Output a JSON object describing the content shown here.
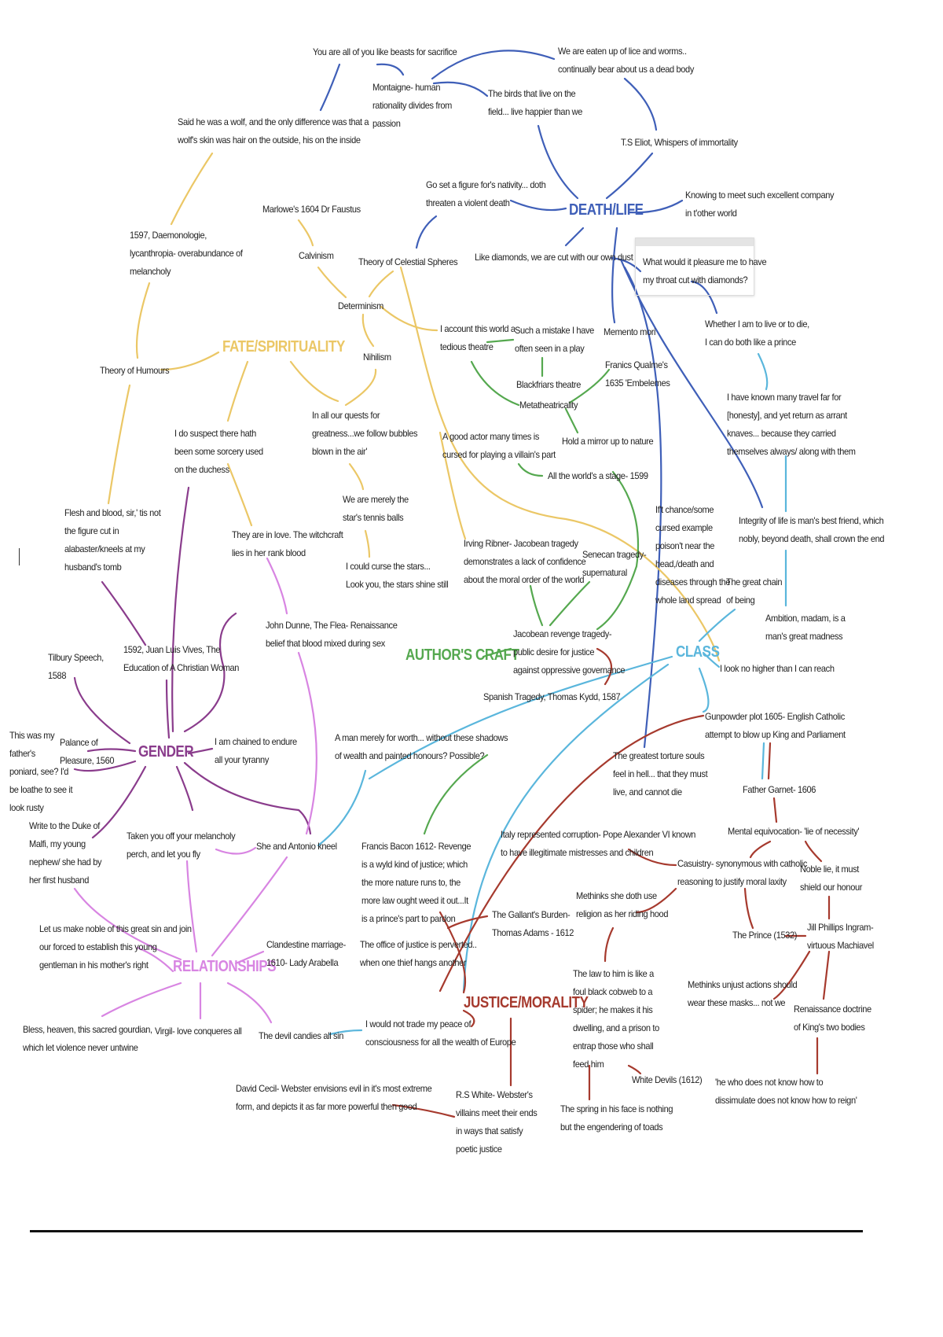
{
  "topics": {
    "death_life": "DEATH/LIFE",
    "fate": "FATE/SPIRITUALITY",
    "authors_craft": "AUTHOR'S CRAFT",
    "class": "CLASS",
    "gender": "GENDER",
    "relationships": "RELATIONSHIPS",
    "justice": "JUSTICE/MORALITY"
  },
  "colors": {
    "death_life": "#3f5fb8",
    "fate": "#ebc766",
    "gender": "#8a3c8c",
    "relationships": "#d885e2",
    "authors_craft": "#55a84f",
    "class": "#5ab6dc",
    "justice": "#a63a2e"
  },
  "nodes": [
    "You are all of you like beasts for sacrifice",
    "Montaigne- human\nrationality divides from\npassion",
    "We are eaten up of lice and worms..\ncontinually bear about us a dead body",
    "The birds that live on the\nfield... live happier than we",
    "Said he was a wolf, and the only difference was that a\nwolf's skin was hair on the outside, his on the inside",
    "T.S Eliot, Whispers of immortality",
    "Go set a figure for's nativity... doth\nthreaten a violent death",
    "Knowing to meet such excellent company\nin t'other world",
    "Marlowe's 1604 Dr Faustus",
    "1597, Daemonologie,\nlycanthropia- overabundance of\nmelancholy",
    "Calvinism",
    "Theory of Celestial Spheres",
    "Like diamonds, we are cut with our own dust",
    "What would it pleasure me to have\nmy throat cut with diamonds?",
    "Determinism",
    "I account this world a\ntedious theatre",
    "Such a mistake I have\noften seen in a play",
    "Memento mori",
    "Whether I am to live or to die,\nI can do both like a prince",
    "Nihilism",
    "Theory of Humours",
    "Franics Qualme's\n1635 'Embelemes",
    "Blackfriars theatre",
    "Metatheatricality",
    "I have known many travel far for\n[honesty], and yet return as arrant\nknaves... because they carried\nthemselves always/ along with them",
    "In all our quests for\ngreatness...we follow bubbles\nblown in the air'",
    "I do suspect there hath\nbeen some sorcery used\non the duchess",
    "A good actor many times is\ncursed for playing a villain's part",
    "Hold a mirror up to nature",
    "All the world's a stage- 1599",
    "We are merely the\nstar's tennis balls",
    "If't chance/some\ncursed example\npoison't near the\nhead,/death and\ndiseases through the\nwhole land spread",
    "Flesh and blood, sir,' tis not\nthe figure cut in\nalabaster/kneels at my\nhusband's tomb",
    "Integrity of life is man's best friend, which\nnobly, beyond death, shall crown the end",
    "They are in love. The witchcraft\nlies in her rank blood",
    "Irving Ribner- Jacobean tragedy\ndemonstrates a lack of confidence\nabout the moral order of the world",
    "Senecan tragedy-\nsupernatural",
    "I could curse the stars...\nLook you, the stars shine still",
    "The great chain\nof being",
    "Ambition, madam, is a\nman's great madness",
    "John Dunne, The Flea- Renaissance\nbelief that blood mixed during sex",
    "Jacobean revenge tragedy-\npublic desire for justice\nagainst oppressive governance",
    "I look no higher than I can reach",
    "Tilbury Speech,\n1588",
    "1592, Juan Luis Vives, The\nEducation of A Christian Woman",
    "Spanish Tragedy, Thomas Kydd, 1587",
    "Gunpowder plot 1605- English Catholic\nattempt to blow up King and Parliament",
    "This was my\nfather's\nponiard, see? I'd\nbe loathe to see it\nlook rusty",
    "Palance of\nPleasure, 1560",
    "I am chained to endure\nall your tyranny",
    "A man merely for worth... without these shadows\nof wealth and painted honours? Possible?",
    "The greatest torture souls\nfeel in hell... that they must\nlive, and cannot die",
    "Father Garnet- 1606",
    "Write to the Duke of\nMalfi, my young\nnephew/ she had by\nher first husband",
    "Mental equivocation- 'lie of necessity'",
    "Taken you off your melancholy\nperch, and let you fly",
    "She and Antonio kneel",
    "Francis Bacon 1612- Revenge\nis a wyld kind of justice; which\nthe more nature runs to, the\nmore law ought weed it out...It\nis a prince's part to pardon",
    "Italy represented corruption- Pope Alexander VI known\nto have illegitimate mistresses and children",
    "Casuistry- synonymous with catholic\nreasoning to justify moral laxity",
    "Noble lie, it must\nshield our honour",
    "Methinks she doth use\nreligion as her riding hood",
    "The Gallant's Burden-\nThomas Adams - 1612",
    "Let us make noble of this great sin and join\nour forced to establish this young\ngentleman in his mother's right",
    "The Prince (1532)",
    "Jill Phillips Ingram-\nvirtuous Machiavel",
    "Clandestine marriage-\n1610- Lady Arabella",
    "The office of justice is perverted..\nwhen one thief hangs another",
    "The law to him is like a\nfoul black cobweb to a\nspider; he makes it his\ndwelling, and a prison to\nentrap those who shall\nfeed him",
    "Methinks unjust actions should\nwear these masks... not we",
    "Renaissance doctrine\nof King's two bodies",
    "Bless, heaven, this sacred gourdian,\nwhich let violence never untwine",
    "Virgil- love conqueres all",
    "The devil candies all sin",
    "I would not trade my peace of\nconsciousness for all the wealth of Europe",
    "White Devils (1612)",
    "David Cecil- Webster envisions evil in it's most extreme\nform, and depicts it as far more powerful then good",
    "R.S White- Webster's\nvillains meet their ends\nin ways that satisfy\npoetic justice",
    "The spring in his face is nothing\nbut the engendering of toads",
    "'he who does not know how to\ndissimulate does not know how to reign'"
  ]
}
